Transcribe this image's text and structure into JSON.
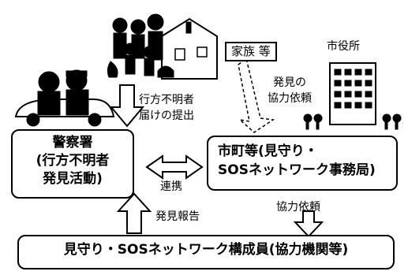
{
  "labels": {
    "family": "家族 等",
    "city_hall": "市役所",
    "discovery_request_1": "発見の",
    "discovery_request_2": "協力依頼",
    "missing_report_1": "行方不明者",
    "missing_report_2": "届けの提出",
    "cooperation": "連携",
    "discovery_report": "発見報告",
    "cooperation_request": "協力依頼"
  },
  "nodes": {
    "police": {
      "line1": "警察署",
      "line2": "(行方不明者",
      "line3": "発見活動)"
    },
    "municipality": {
      "line1": "市町等(見守り・",
      "line2": "SOSネットワーク事務局)"
    },
    "members": {
      "label": "見守り・SOSネットワーク構成員(協力機関等)"
    }
  }
}
